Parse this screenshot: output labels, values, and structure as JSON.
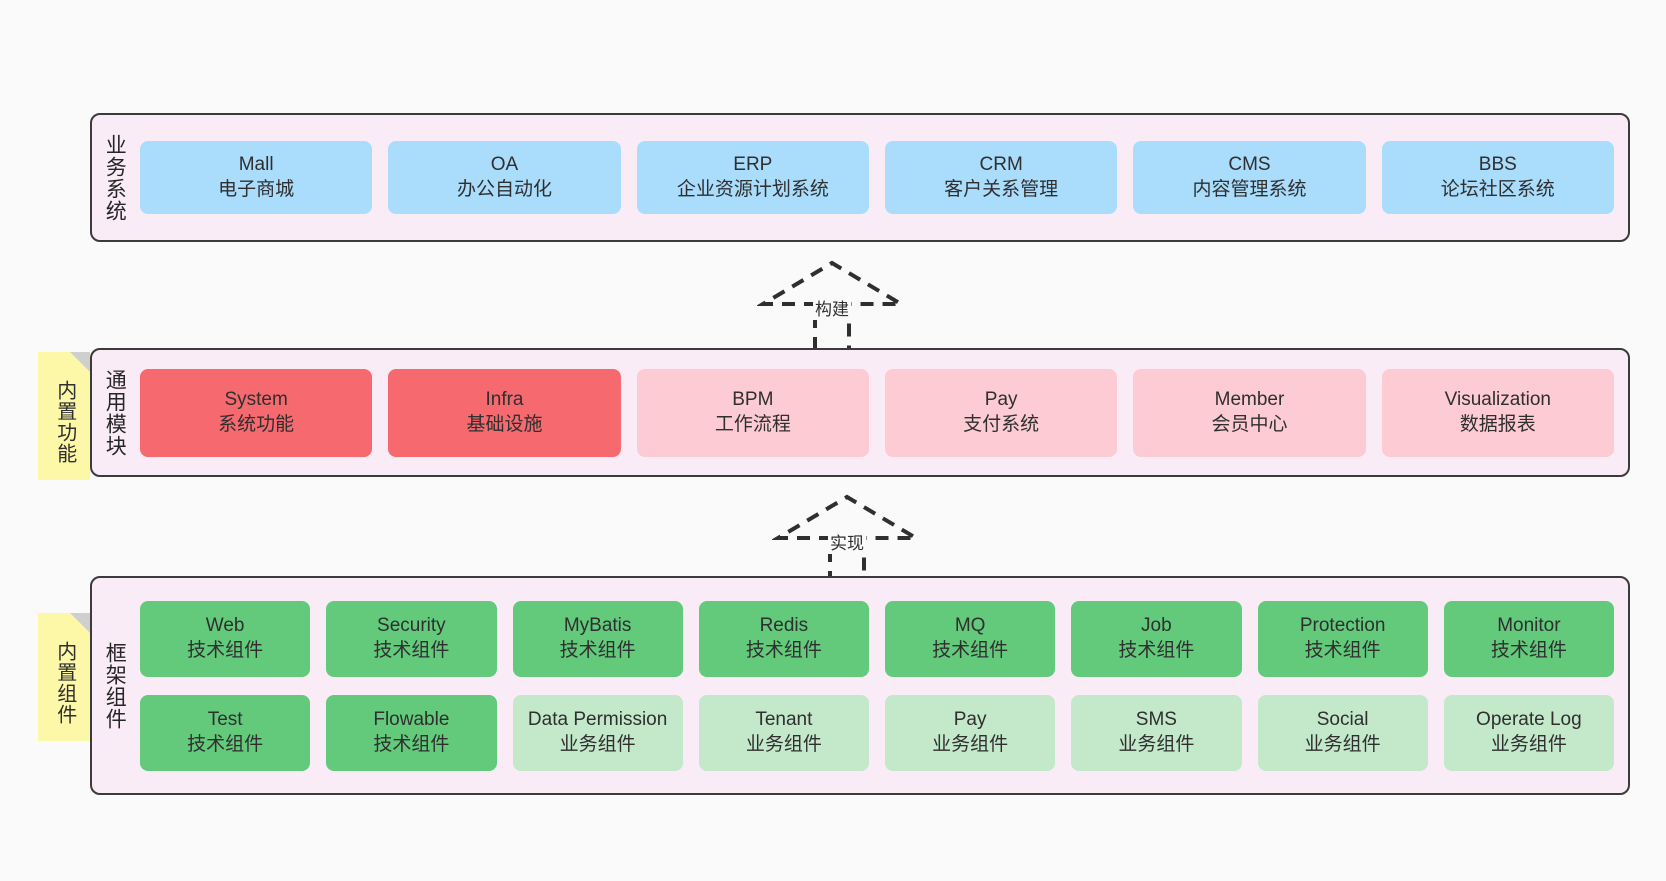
{
  "layers": [
    {
      "id": "business",
      "title": "业务系统",
      "rows": [
        [
          {
            "en": "Mall",
            "cn": "电子商城",
            "color": "c-blue"
          },
          {
            "en": "OA",
            "cn": "办公自动化",
            "color": "c-blue"
          },
          {
            "en": "ERP",
            "cn": "企业资源计划系统",
            "color": "c-blue"
          },
          {
            "en": "CRM",
            "cn": "客户关系管理",
            "color": "c-blue"
          },
          {
            "en": "CMS",
            "cn": "内容管理系统",
            "color": "c-blue"
          },
          {
            "en": "BBS",
            "cn": "论坛社区系统",
            "color": "c-blue"
          }
        ]
      ]
    },
    {
      "id": "modules",
      "title": "通用模块",
      "rows": [
        [
          {
            "en": "System",
            "cn": "系统功能",
            "color": "c-red"
          },
          {
            "en": "Infra",
            "cn": "基础设施",
            "color": "c-red"
          },
          {
            "en": "BPM",
            "cn": "工作流程",
            "color": "c-pink"
          },
          {
            "en": "Pay",
            "cn": "支付系统",
            "color": "c-pink"
          },
          {
            "en": "Member",
            "cn": "会员中心",
            "color": "c-pink"
          },
          {
            "en": "Visualization",
            "cn": "数据报表",
            "color": "c-pink"
          }
        ]
      ]
    },
    {
      "id": "framework",
      "title": "框架组件",
      "rows": [
        [
          {
            "en": "Web",
            "cn": "技术组件",
            "color": "c-green"
          },
          {
            "en": "Security",
            "cn": "技术组件",
            "color": "c-green"
          },
          {
            "en": "MyBatis",
            "cn": "技术组件",
            "color": "c-green"
          },
          {
            "en": "Redis",
            "cn": "技术组件",
            "color": "c-green"
          },
          {
            "en": "MQ",
            "cn": "技术组件",
            "color": "c-green"
          },
          {
            "en": "Job",
            "cn": "技术组件",
            "color": "c-green"
          },
          {
            "en": "Protection",
            "cn": "技术组件",
            "color": "c-green"
          },
          {
            "en": "Monitor",
            "cn": "技术组件",
            "color": "c-green"
          }
        ],
        [
          {
            "en": "Test",
            "cn": "技术组件",
            "color": "c-green"
          },
          {
            "en": "Flowable",
            "cn": "技术组件",
            "color": "c-green"
          },
          {
            "en": "Data Permission",
            "cn": "业务组件",
            "color": "c-lightgrn"
          },
          {
            "en": "Tenant",
            "cn": "业务组件",
            "color": "c-lightgrn"
          },
          {
            "en": "Pay",
            "cn": "业务组件",
            "color": "c-lightgrn"
          },
          {
            "en": "SMS",
            "cn": "业务组件",
            "color": "c-lightgrn"
          },
          {
            "en": "Social",
            "cn": "业务组件",
            "color": "c-lightgrn"
          },
          {
            "en": "Operate Log",
            "cn": "业务组件",
            "color": "c-lightgrn"
          }
        ]
      ]
    }
  ],
  "notes": [
    {
      "id": "builtin-func",
      "text": "内置功能"
    },
    {
      "id": "builtin-comp",
      "text": "内置组件"
    }
  ],
  "arrows": [
    {
      "id": "build",
      "label": "构建"
    },
    {
      "id": "realize",
      "label": "实现"
    }
  ],
  "colors": {
    "canvas_bg": "#fafafa",
    "layer_bg": "#faecf7",
    "layer_border": "#3b3b3b",
    "blue": "#aadcfb",
    "red": "#f5696f",
    "pink": "#fccbd3",
    "green": "#63ca7c",
    "light_green": "#c3e8ca",
    "note_yellow": "#fdf8a8",
    "note_fold": "#cfcfcf",
    "text": "#2f2f2f"
  }
}
